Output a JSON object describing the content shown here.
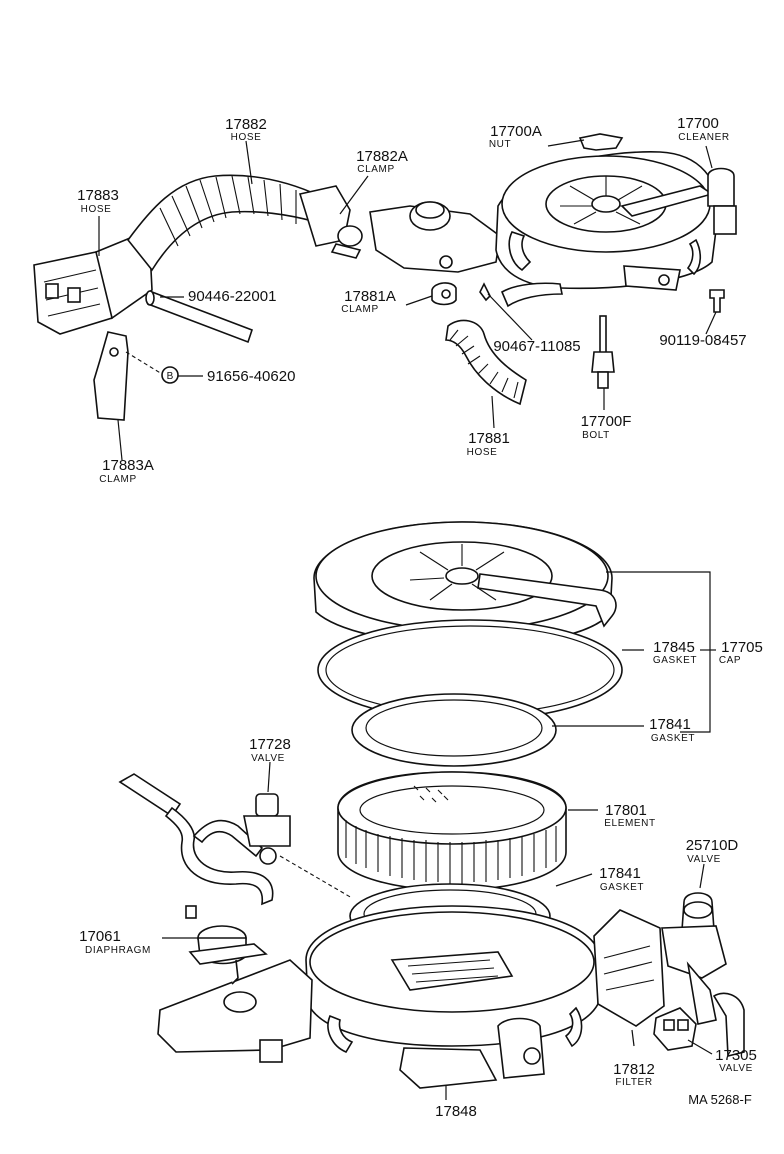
{
  "diagram_code": "MA 5268-F",
  "parts": {
    "hose_17882": {
      "number": "17882",
      "name": "HOSE"
    },
    "hose_17883": {
      "number": "17883",
      "name": "HOSE"
    },
    "clamp_17882a": {
      "number": "17882A",
      "name": "CLAMP"
    },
    "nut_17700a": {
      "number": "17700A",
      "name": "NUT"
    },
    "cleaner_17700": {
      "number": "17700",
      "name": "CLEANER"
    },
    "pipe_90446": {
      "number": "90446-22001"
    },
    "clamp_17881a": {
      "number": "17881A",
      "name": "CLAMP"
    },
    "clip_90467": {
      "number": "90467-11085"
    },
    "bolt_90119": {
      "number": "90119-08457"
    },
    "screw_91656": {
      "number": "91656-40620",
      "marker": "B"
    },
    "hose_17881": {
      "number": "17881",
      "name": "HOSE"
    },
    "bolt_17700f": {
      "number": "17700F",
      "name": "BOLT"
    },
    "clamp_17883a": {
      "number": "17883A",
      "name": "CLAMP"
    },
    "gasket_17845": {
      "number": "17845",
      "name": "GASKET"
    },
    "cap_17705": {
      "number": "17705",
      "name": "CAP"
    },
    "gasket_17841_top": {
      "number": "17841",
      "name": "GASKET"
    },
    "valve_17728": {
      "number": "17728",
      "name": "VALVE"
    },
    "element_17801": {
      "number": "17801",
      "name": "ELEMENT"
    },
    "gasket_17841_low": {
      "number": "17841",
      "name": "GASKET"
    },
    "valve_25710d": {
      "number": "25710D",
      "name": "VALVE"
    },
    "diaphragm_17061": {
      "number": "17061",
      "name": "DIAPHRAGM"
    },
    "filter_17812": {
      "number": "17812",
      "name": "FILTER"
    },
    "valve_17305": {
      "number": "17305",
      "name": "VALVE"
    },
    "part_17848": {
      "number": "17848"
    }
  }
}
